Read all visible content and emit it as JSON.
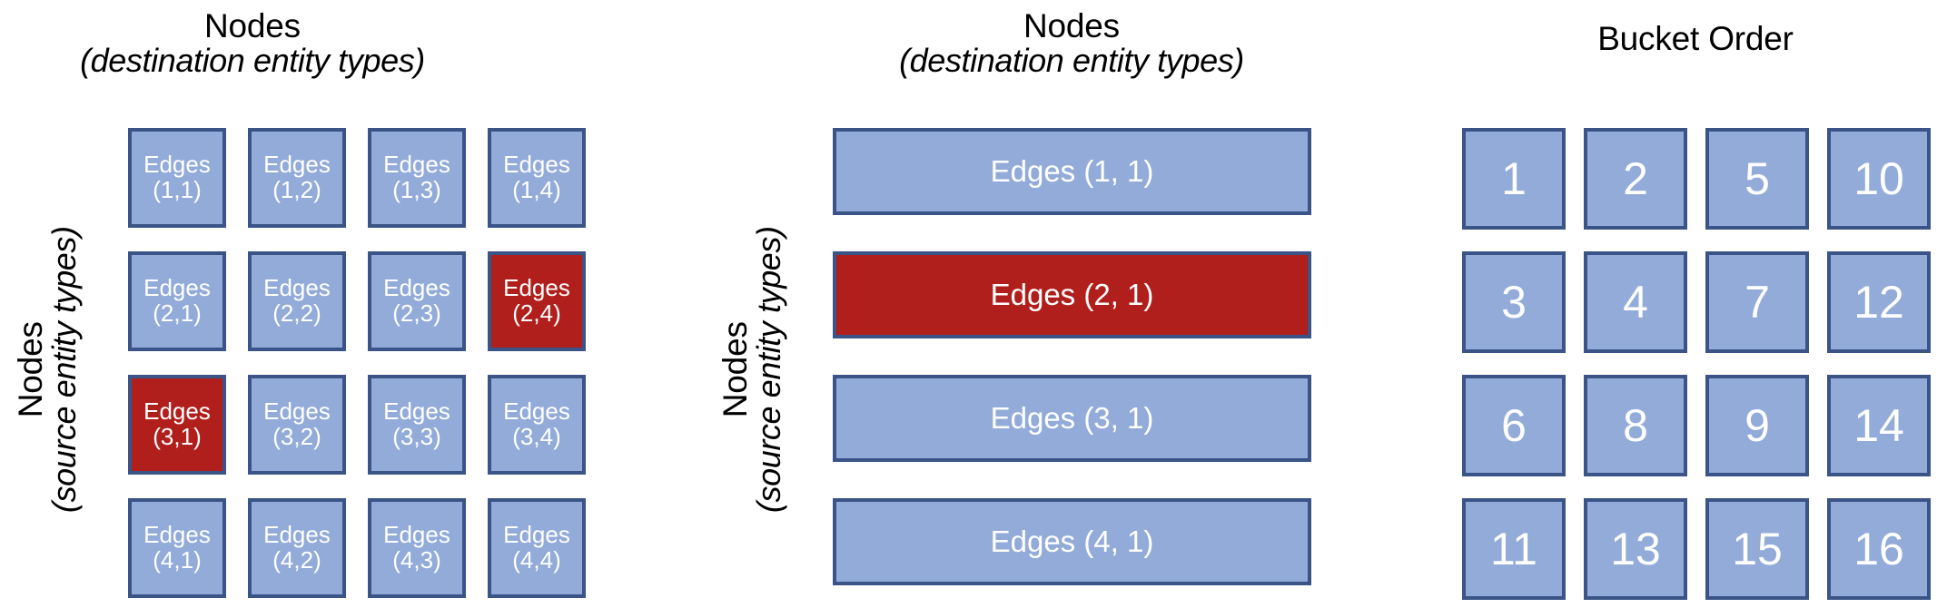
{
  "panels": {
    "matrix": {
      "title_main": "Nodes",
      "title_sub": "(destination entity types)",
      "y_main": "Nodes",
      "y_sub": "(source entity types)",
      "cells": [
        [
          {
            "l1": "Edges",
            "l2": "(1,1)",
            "state": "normal"
          },
          {
            "l1": "Edges",
            "l2": "(1,2)",
            "state": "normal"
          },
          {
            "l1": "Edges",
            "l2": "(1,3)",
            "state": "normal"
          },
          {
            "l1": "Edges",
            "l2": "(1,4)",
            "state": "normal"
          }
        ],
        [
          {
            "l1": "Edges",
            "l2": "(2,1)",
            "state": "normal"
          },
          {
            "l1": "Edges",
            "l2": "(2,2)",
            "state": "normal"
          },
          {
            "l1": "Edges",
            "l2": "(2,3)",
            "state": "normal"
          },
          {
            "l1": "Edges",
            "l2": "(2,4)",
            "state": "highlighted"
          }
        ],
        [
          {
            "l1": "Edges",
            "l2": "(3,1)",
            "state": "highlighted"
          },
          {
            "l1": "Edges",
            "l2": "(3,2)",
            "state": "normal"
          },
          {
            "l1": "Edges",
            "l2": "(3,3)",
            "state": "normal"
          },
          {
            "l1": "Edges",
            "l2": "(3,4)",
            "state": "normal"
          }
        ],
        [
          {
            "l1": "Edges",
            "l2": "(4,1)",
            "state": "normal"
          },
          {
            "l1": "Edges",
            "l2": "(4,2)",
            "state": "normal"
          },
          {
            "l1": "Edges",
            "l2": "(4,3)",
            "state": "normal"
          },
          {
            "l1": "Edges",
            "l2": "(4,4)",
            "state": "normal"
          }
        ]
      ]
    },
    "bars": {
      "title_main": "Nodes",
      "title_sub": "(destination entity types)",
      "y_main": "Nodes",
      "y_sub": "(source entity types)",
      "rows": [
        {
          "label": "Edges (1, 1)",
          "state": "normal"
        },
        {
          "label": "Edges (2, 1)",
          "state": "highlighted"
        },
        {
          "label": "Edges (3, 1)",
          "state": "normal"
        },
        {
          "label": "Edges (4, 1)",
          "state": "normal"
        }
      ]
    },
    "bucket": {
      "title_main": "Bucket Order",
      "rows": [
        [
          "1",
          "2",
          "5",
          "10"
        ],
        [
          "3",
          "4",
          "7",
          "12"
        ],
        [
          "6",
          "8",
          "9",
          "14"
        ],
        [
          "11",
          "13",
          "15",
          "16"
        ]
      ]
    }
  },
  "colors": {
    "fill_normal": "#93abd9",
    "fill_highlighted": "#b01f1c",
    "border": "#3a5488",
    "text_on_box": "#ffffff",
    "label_text": "#000000",
    "background": "#ffffff"
  }
}
